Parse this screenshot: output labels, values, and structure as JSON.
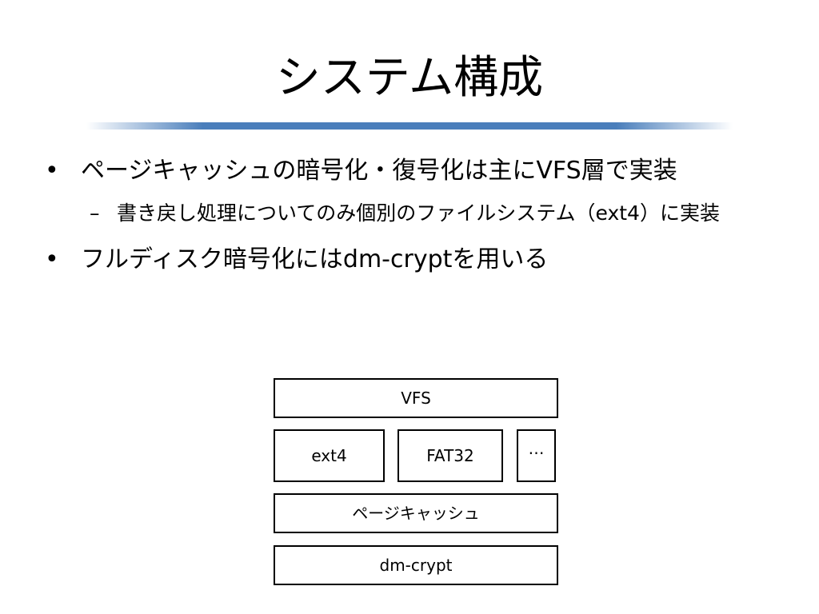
{
  "slide": {
    "title": "システム構成",
    "bullets": [
      {
        "marker": "•",
        "text": "ページキャッシュの暗号化・復号化は主にVFS層で実装",
        "sub": {
          "marker": "–",
          "text": "書き戻し処理についてのみ個別のファイルシステム（ext4）に実装"
        }
      },
      {
        "marker": "•",
        "text": "フルディスク暗号化にはdm-cryptを用いる"
      }
    ],
    "title_rule_color": "#4a7ebb"
  },
  "diagram": {
    "layers": {
      "vfs": "VFS",
      "ext4": "ext4",
      "fat32": "FAT32",
      "more": "…",
      "page_cache": "ページキャッシュ",
      "dm_crypt": "dm-crypt"
    }
  }
}
